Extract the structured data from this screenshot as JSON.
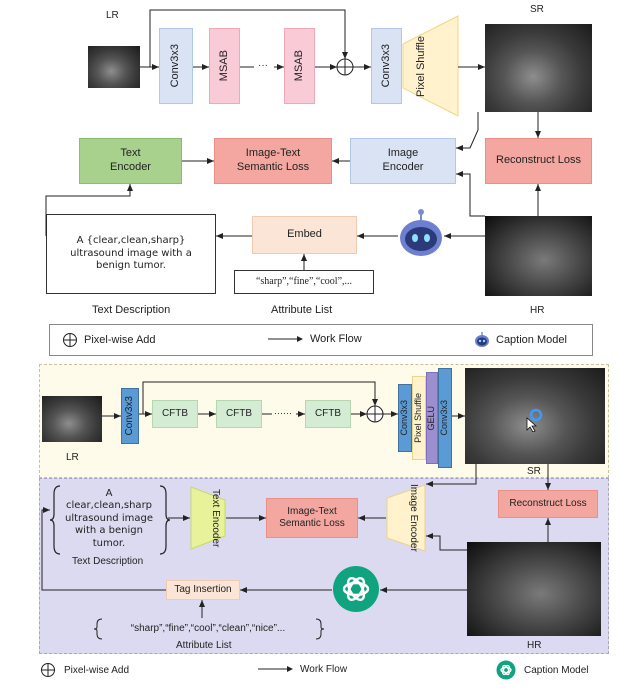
{
  "top": {
    "lr_label": "LR",
    "sr_label": "SR",
    "hr_label": "HR",
    "conv1": "Conv3x3",
    "msab1": "MSAB",
    "dots": "···",
    "msab2": "MSAB",
    "conv2": "Conv3x3",
    "pixel_shuffle": "Pixel Shuffle",
    "text_encoder": "Text Encoder",
    "semantic_loss": "Image-Text Semantic Loss",
    "image_encoder": "Image Encoder",
    "reconstruct_loss": "Reconstruct Loss",
    "embed": "Embed",
    "text_desc_content": "A {clear,clean,sharp} ultrasound image with a benign tumor.",
    "text_desc_label": "Text Description",
    "attr_list_content": "“sharp”,“fine”,“cool”,...",
    "attr_list_label": "Attribute List"
  },
  "legend_top": {
    "add": "Pixel-wise Add",
    "flow": "Work Flow",
    "caption": "Caption Model"
  },
  "bottom": {
    "lr_label": "LR",
    "sr_label": "SR",
    "hr_label": "HR",
    "conv1": "Conv3x3",
    "cftb1": "CFTB",
    "cftb2": "CFTB",
    "dots": "······",
    "cftb3": "CFTB",
    "conv2": "Conv3x3",
    "pixel_shuffle": "Pixel Shuffle",
    "gelu": "GELU",
    "conv3": "Conv3x3",
    "text_desc_content": "A clear,clean,sharp ultrasound image with a benign tumor.",
    "text_desc_label": "Text Description",
    "text_encoder": "Text Encoder",
    "semantic_loss": "Image-Text Semantic Loss",
    "image_encoder": "Image Encoder",
    "reconstruct_loss": "Reconstruct Loss",
    "tag_insertion": "Tag Insertion",
    "attr_list_content": "“sharp”,“fine”,“cool”,“clean”,“nice”...",
    "attr_list_label": "Attribute List"
  },
  "legend_bottom": {
    "add": "Pixel-wise Add",
    "flow": "Work Flow",
    "caption": "Caption Model"
  },
  "colors": {
    "conv_blue": "#dae3f3",
    "msab_pink": "#f8cbd7",
    "shuffle_yellow": "#fff2cc",
    "text_enc_green": "#8bc34a",
    "loss_red": "#f4a6a0",
    "embed_peach": "#fbe5d6",
    "bottom_panel_yellow": "#fffbea",
    "bottom_panel_purple": "#dcdaf0",
    "cftb_green": "#d5ecd4",
    "conv_b_blue": "#5b9bd5",
    "gelu_purple": "#9b8fcf",
    "chatgpt_green": "#10a37f"
  }
}
